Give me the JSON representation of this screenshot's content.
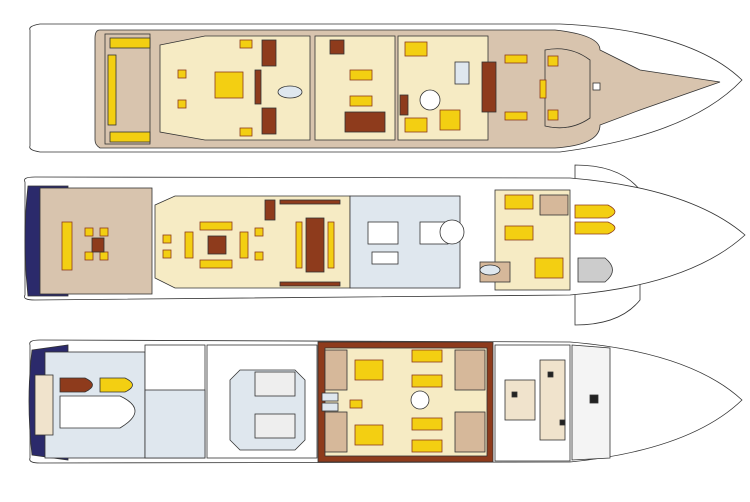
{
  "colors": {
    "deck": "#d8c4ae",
    "interior": "#f6ebc4",
    "furniture": "#f3cf12",
    "wood": "#8e3b1c",
    "service": "#dfe7ee",
    "stern": "#2b2a6b",
    "cabin": "#d6b89a",
    "line": "#333333"
  },
  "decks": [
    {
      "id": "upper-deck"
    },
    {
      "id": "main-deck"
    },
    {
      "id": "lower-deck"
    }
  ]
}
